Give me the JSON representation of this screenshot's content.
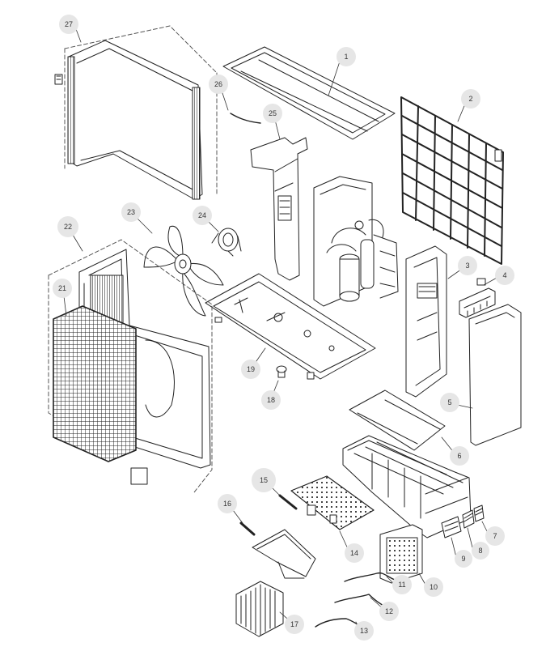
{
  "colors": {
    "stroke": "#222222",
    "light": "#9a9a9a",
    "bubble": "#e6e6e6",
    "label": "#333333",
    "fill": "#ffffff",
    "dark": "#555555"
  },
  "callouts": [
    {
      "id": "c1",
      "label": "1"
    },
    {
      "id": "c2",
      "label": "2"
    },
    {
      "id": "c3",
      "label": "3"
    },
    {
      "id": "c4",
      "label": "4"
    },
    {
      "id": "c5",
      "label": "5"
    },
    {
      "id": "c6",
      "label": "6"
    },
    {
      "id": "c7",
      "label": "7"
    },
    {
      "id": "c8",
      "label": "8"
    },
    {
      "id": "c9",
      "label": "9"
    },
    {
      "id": "c10",
      "label": "10"
    },
    {
      "id": "c11",
      "label": "11"
    },
    {
      "id": "c12",
      "label": "12"
    },
    {
      "id": "c13",
      "label": "13"
    },
    {
      "id": "c14",
      "label": "14"
    },
    {
      "id": "c15",
      "label": "15"
    },
    {
      "id": "c16",
      "label": "16"
    },
    {
      "id": "c17",
      "label": "17"
    },
    {
      "id": "c18",
      "label": "18"
    },
    {
      "id": "c19",
      "label": "19"
    },
    {
      "id": "c21",
      "label": "21"
    },
    {
      "id": "c22",
      "label": "22"
    },
    {
      "id": "c23",
      "label": "23"
    },
    {
      "id": "c24",
      "label": "24"
    },
    {
      "id": "c25",
      "label": "25"
    },
    {
      "id": "c26",
      "label": "26"
    },
    {
      "id": "c27",
      "label": "27"
    }
  ]
}
